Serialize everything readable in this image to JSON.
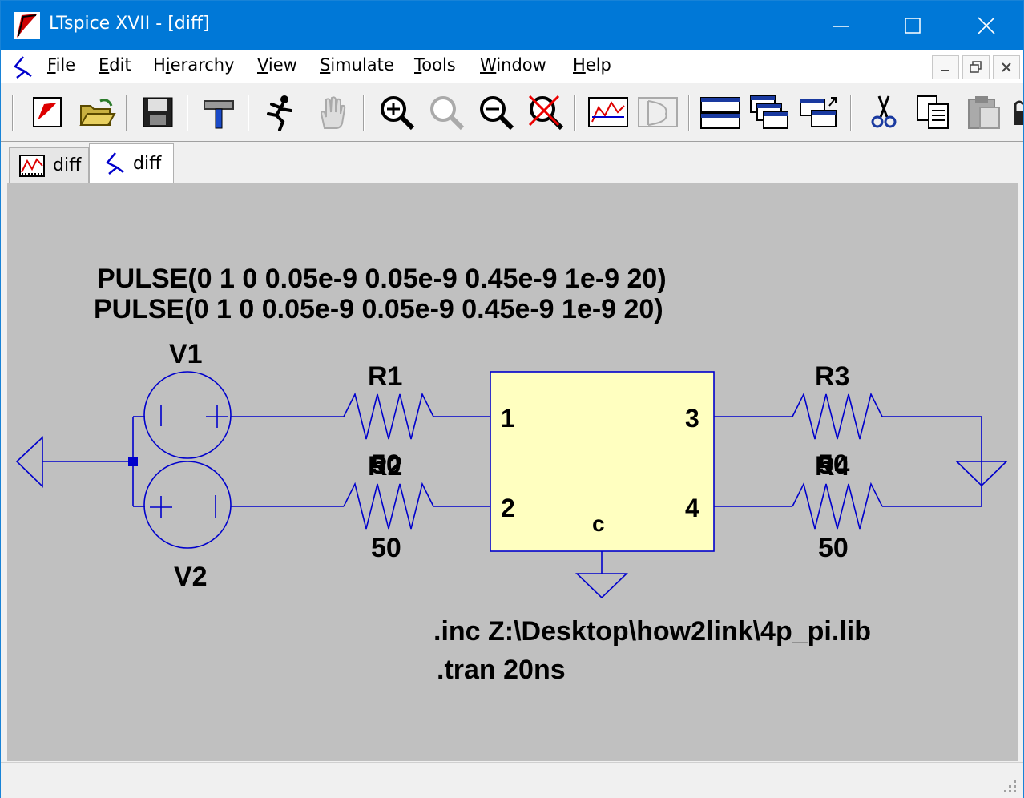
{
  "window": {
    "title": "LTspice XVII - [diff]"
  },
  "menu": {
    "file": "File",
    "edit": "Edit",
    "hierarchy": "Hierarchy",
    "view": "View",
    "simulate": "Simulate",
    "tools": "Tools",
    "window": "Window",
    "help": "Help"
  },
  "tabs": [
    {
      "label": "diff",
      "icon": "waveform-icon"
    },
    {
      "label": "diff",
      "icon": "schematic-icon"
    }
  ],
  "schematic": {
    "pulse1": "PULSE(0 1 0 0.05e-9 0.05e-9 0.45e-9 1e-9 20)",
    "pulse2": "PULSE(0 1 0 0.05e-9 0.05e-9 0.45e-9 1e-9 20)",
    "v1": "V1",
    "v2": "V2",
    "r1": "R1",
    "r2": "R2",
    "r3": "R3",
    "r4": "R4",
    "r1_value": "50",
    "r2_value": "50",
    "r3_value": "50",
    "r4_value": "50",
    "pin1": "1",
    "pin2": "2",
    "pin3": "3",
    "pin4": "4",
    "pinc": "c",
    "directive_inc": ".inc Z:\\Desktop\\how2link\\4p_pi.lib",
    "directive_tran": ".tran 20ns"
  },
  "colors": {
    "wire": "#0000cc",
    "block_fill": "#ffffc0",
    "canvas": "#c0c0c0",
    "titlebar": "#0078d7"
  }
}
